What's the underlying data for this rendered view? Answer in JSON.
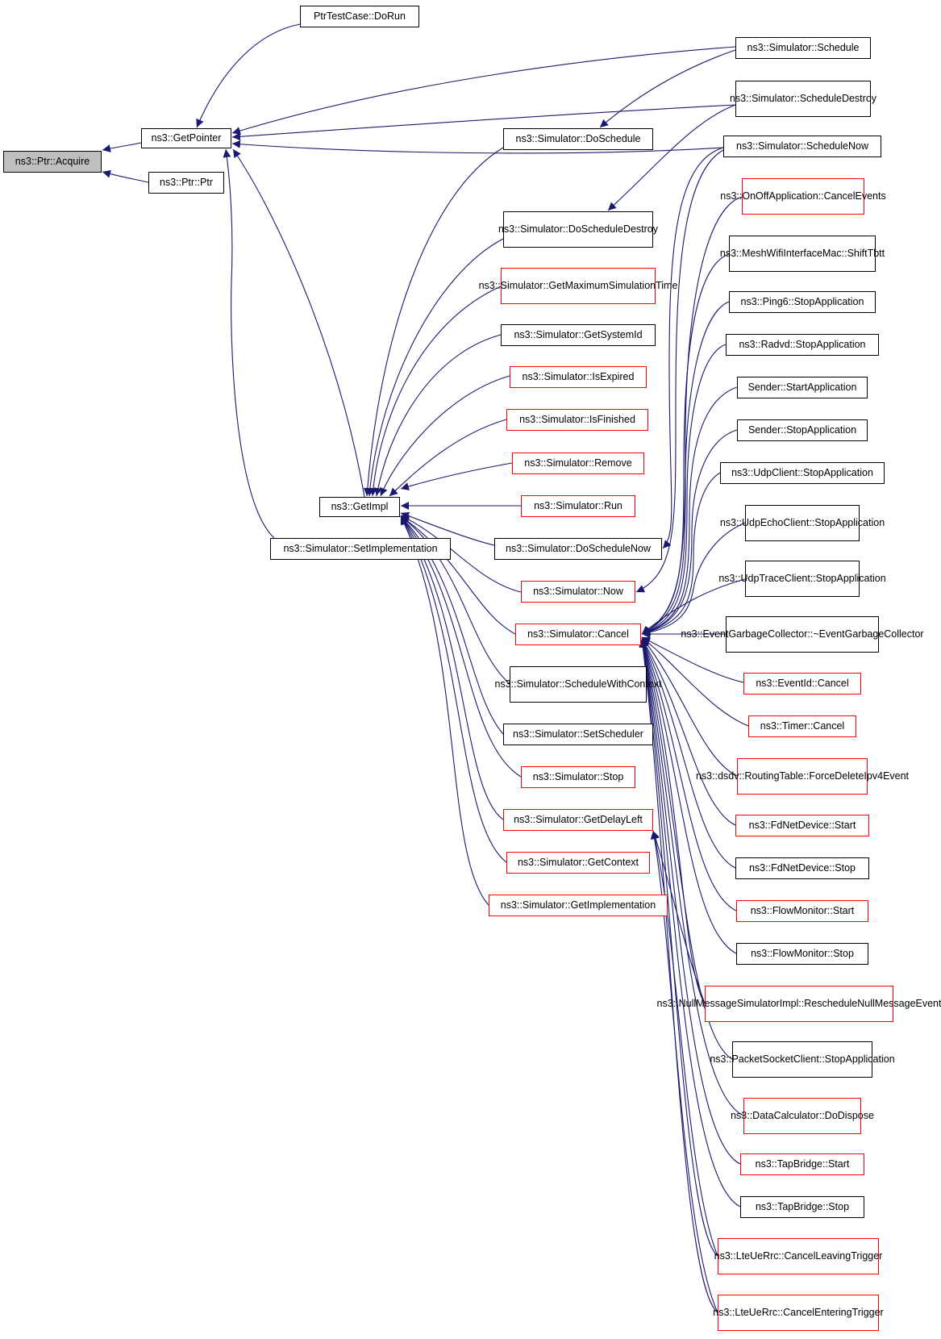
{
  "colors": {
    "edge": "#191970",
    "node_border": "#000000",
    "truncated_border": "#ff0000",
    "root_fill": "#bfbfbf"
  },
  "nodes": {
    "acquire": [
      "ns3::Ptr::Acquire"
    ],
    "getpointer": [
      "ns3::GetPointer"
    ],
    "ptrptr": [
      "ns3::Ptr::Ptr"
    ],
    "ptrtestcase": [
      "PtrTestCase::DoRun"
    ],
    "getimpl": [
      "ns3::GetImpl"
    ],
    "setimpl": [
      "ns3::Simulator::SetImplementation"
    ],
    "sched": [
      "ns3::Simulator::Schedule"
    ],
    "schedDestroy": [
      "ns3::Simulator::Schedule",
      "Destroy"
    ],
    "schedNow": [
      "ns3::Simulator::ScheduleNow"
    ],
    "doSchedule": [
      "ns3::Simulator::DoSchedule"
    ],
    "doSchedDestroy": [
      "ns3::Simulator::DoSchedule",
      "Destroy"
    ],
    "getMax": [
      "ns3::Simulator::GetMaximum",
      "SimulationTime"
    ],
    "getSysId": [
      "ns3::Simulator::GetSystemId"
    ],
    "isExpired": [
      "ns3::Simulator::IsExpired"
    ],
    "isFinished": [
      "ns3::Simulator::IsFinished"
    ],
    "remove": [
      "ns3::Simulator::Remove"
    ],
    "run": [
      "ns3::Simulator::Run"
    ],
    "doSchedNow": [
      "ns3::Simulator::DoScheduleNow"
    ],
    "now": [
      "ns3::Simulator::Now"
    ],
    "cancel": [
      "ns3::Simulator::Cancel"
    ],
    "schedCtx": [
      "ns3::Simulator::Schedule",
      "WithContext"
    ],
    "setSched": [
      "ns3::Simulator::SetScheduler"
    ],
    "stop": [
      "ns3::Simulator::Stop"
    ],
    "delayLeft": [
      "ns3::Simulator::GetDelayLeft"
    ],
    "getCtx": [
      "ns3::Simulator::GetContext"
    ],
    "getImplementation": [
      "ns3::Simulator::GetImplementation"
    ],
    "onoff": [
      "ns3::OnOffApplication",
      "::CancelEvents"
    ],
    "mesh": [
      "ns3::MeshWifiInterfaceMac",
      "::ShiftTbtt"
    ],
    "ping6": [
      "ns3::Ping6::StopApplication"
    ],
    "radvd": [
      "ns3::Radvd::StopApplication"
    ],
    "senderStart": [
      "Sender::StartApplication"
    ],
    "senderStop": [
      "Sender::StopApplication"
    ],
    "udpClient": [
      "ns3::UdpClient::StopApplication"
    ],
    "udpEcho": [
      "ns3::UdpEchoClient",
      "::StopApplication"
    ],
    "udpTrace": [
      "ns3::UdpTraceClient",
      "::StopApplication"
    ],
    "egc": [
      "ns3::EventGarbageCollector",
      "::~EventGarbageCollector"
    ],
    "eventId": [
      "ns3::EventId::Cancel"
    ],
    "timer": [
      "ns3::Timer::Cancel"
    ],
    "dsdv": [
      "ns3::dsdv::RoutingTable",
      "::ForceDeleteIpv4Event"
    ],
    "fdStart": [
      "ns3::FdNetDevice::Start"
    ],
    "fdStop": [
      "ns3::FdNetDevice::Stop"
    ],
    "flowStart": [
      "ns3::FlowMonitor::Start"
    ],
    "flowStop": [
      "ns3::FlowMonitor::Stop"
    ],
    "nullMsg": [
      "ns3::NullMessageSimulator",
      "Impl::RescheduleNullMessageEvent"
    ],
    "pktSock": [
      "ns3::PacketSocketClient",
      "::StopApplication"
    ],
    "dataCalc": [
      "ns3::DataCalculator",
      "::DoDispose"
    ],
    "tapStart": [
      "ns3::TapBridge::Start"
    ],
    "tapStop": [
      "ns3::TapBridge::Stop"
    ],
    "lteLeaving": [
      "ns3::LteUeRrc::CancelLeaving",
      "Trigger"
    ],
    "lteEntering": [
      "ns3::LteUeRrc::CancelEntering",
      "Trigger"
    ]
  }
}
